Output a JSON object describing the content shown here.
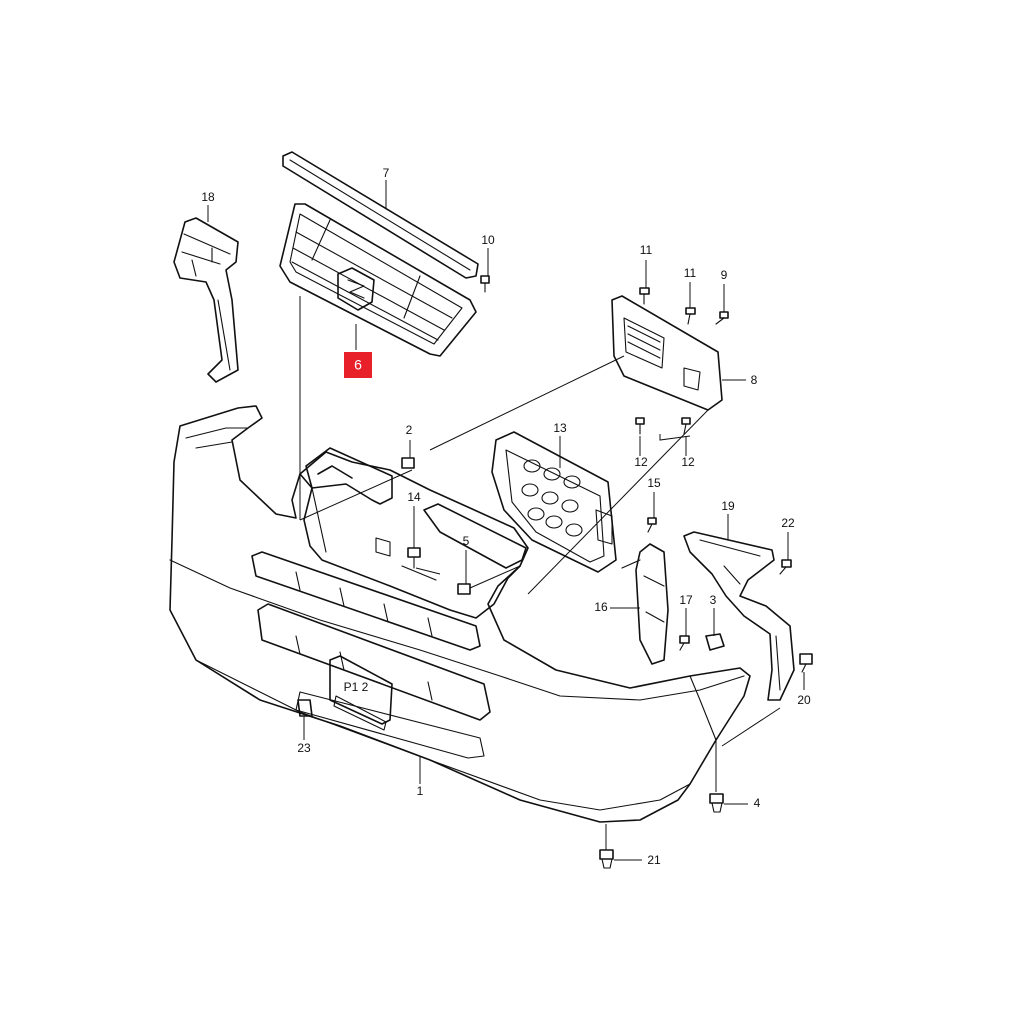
{
  "highlight": {
    "label": "6",
    "color": "#e8202a"
  },
  "callouts": {
    "c1": "1",
    "c2": "2",
    "c3": "3",
    "c4": "4",
    "c5": "5",
    "c7": "7",
    "c8": "8",
    "c9": "9",
    "c10": "10",
    "c11a": "11",
    "c11b": "11",
    "c12a": "12",
    "c12b": "12",
    "c13": "13",
    "c14": "14",
    "c15": "15",
    "c16": "16",
    "c17": "17",
    "c18": "18",
    "c19": "19",
    "c20": "20",
    "c21": "21",
    "c22": "22",
    "c23": "23"
  },
  "plate_text": "P1 2"
}
